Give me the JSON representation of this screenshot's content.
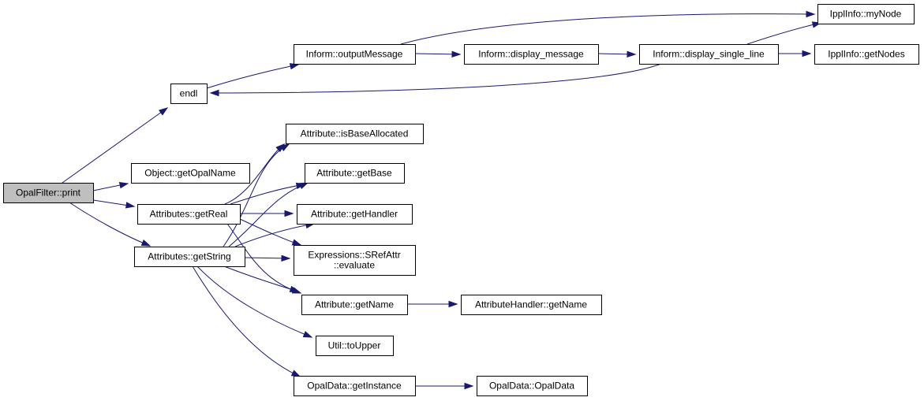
{
  "colors": {
    "edge": "#191970",
    "root_fill": "#bfbfbf",
    "node_fill": "#ffffff",
    "border": "#000000"
  },
  "nodes": [
    {
      "id": "opalfilter-print",
      "label": "OpalFilter::print",
      "root": true
    },
    {
      "id": "endl",
      "label": "endl"
    },
    {
      "id": "object-getopalname",
      "label": "Object::getOpalName"
    },
    {
      "id": "attributes-getreal",
      "label": "Attributes::getReal"
    },
    {
      "id": "attributes-getstring",
      "label": "Attributes::getString"
    },
    {
      "id": "inform-outputmessage",
      "label": "Inform::outputMessage"
    },
    {
      "id": "inform-display-message",
      "label": "Inform::display_message"
    },
    {
      "id": "inform-display-single-line",
      "label": "Inform::display_single_line"
    },
    {
      "id": "ipplinfo-mynode",
      "label": "IpplInfo::myNode"
    },
    {
      "id": "ipplinfo-getnodes",
      "label": "IpplInfo::getNodes"
    },
    {
      "id": "attribute-isbaseallocated",
      "label": "Attribute::isBaseAllocated"
    },
    {
      "id": "attribute-getbase",
      "label": "Attribute::getBase"
    },
    {
      "id": "attribute-gethandler",
      "label": "Attribute::getHandler"
    },
    {
      "id": "expressions-srefattr-evaluate",
      "label": "Expressions::SRefAttr\n::evaluate"
    },
    {
      "id": "attribute-getname",
      "label": "Attribute::getName"
    },
    {
      "id": "attributehandler-getname",
      "label": "AttributeHandler::getName"
    },
    {
      "id": "util-toupper",
      "label": "Util::toUpper"
    },
    {
      "id": "opaldata-getinstance",
      "label": "OpalData::getInstance"
    },
    {
      "id": "opaldata-opaldata",
      "label": "OpalData::OpalData"
    }
  ],
  "edges": [
    {
      "from": "opalfilter-print",
      "to": "endl"
    },
    {
      "from": "opalfilter-print",
      "to": "object-getopalname"
    },
    {
      "from": "opalfilter-print",
      "to": "attributes-getreal"
    },
    {
      "from": "opalfilter-print",
      "to": "attributes-getstring"
    },
    {
      "from": "endl",
      "to": "inform-outputmessage"
    },
    {
      "from": "inform-outputmessage",
      "to": "inform-display-message"
    },
    {
      "from": "inform-outputmessage",
      "to": "ipplinfo-mynode"
    },
    {
      "from": "inform-display-message",
      "to": "inform-display-single-line"
    },
    {
      "from": "inform-display-single-line",
      "to": "ipplinfo-mynode"
    },
    {
      "from": "inform-display-single-line",
      "to": "ipplinfo-getnodes"
    },
    {
      "from": "inform-display-single-line",
      "to": "endl"
    },
    {
      "from": "attributes-getreal",
      "to": "attribute-isbaseallocated"
    },
    {
      "from": "attributes-getreal",
      "to": "attribute-getbase"
    },
    {
      "from": "attributes-getreal",
      "to": "attribute-gethandler"
    },
    {
      "from": "attributes-getreal",
      "to": "expressions-srefattr-evaluate"
    },
    {
      "from": "attributes-getreal",
      "to": "attribute-getname"
    },
    {
      "from": "attributes-getstring",
      "to": "attribute-isbaseallocated"
    },
    {
      "from": "attributes-getstring",
      "to": "attribute-getbase"
    },
    {
      "from": "attributes-getstring",
      "to": "attribute-gethandler"
    },
    {
      "from": "attributes-getstring",
      "to": "expressions-srefattr-evaluate"
    },
    {
      "from": "attributes-getstring",
      "to": "attribute-getname"
    },
    {
      "from": "attributes-getstring",
      "to": "util-toupper"
    },
    {
      "from": "attributes-getstring",
      "to": "opaldata-getinstance"
    },
    {
      "from": "attribute-getname",
      "to": "attributehandler-getname"
    },
    {
      "from": "opaldata-getinstance",
      "to": "opaldata-opaldata"
    }
  ]
}
